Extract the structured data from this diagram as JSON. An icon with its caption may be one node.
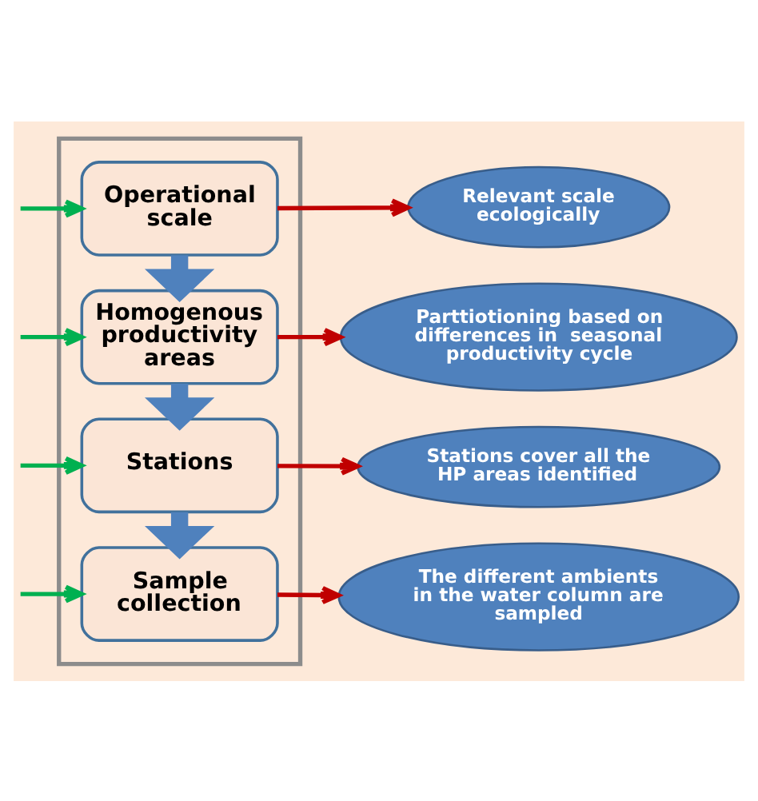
{
  "diagram": {
    "nodes": [
      {
        "text": [],
        "shape": "box"
      },
      {
        "text": [
          "Operational scale"
        ],
        "in": 0
      },
      {
        "text": [
          "Relevant scale ecologically"
        ]
      },
      {
        "text": [
          "Homogenous productivity areas"
        ],
        "in": 0
      },
      {
        "text": [
          "Parttiotioning based on differences in  seasonal productivity cycle"
        ]
      },
      {
        "text": [
          "Stations"
        ],
        "in": 0
      },
      {
        "text": [
          "Stations cover all the HP areas identified"
        ]
      },
      {
        "text": [
          "Sample collection"
        ],
        "in": 0
      },
      {
        "text": [
          "The different ambients in the water column are sampled"
        ]
      }
    ],
    "edges": [
      {
        "from": 1,
        "to": 3,
        "arrow": "to",
        "style": "thick",
        "color": "#4f81bd"
      },
      {
        "from": 3,
        "to": 5,
        "arrow": "to",
        "style": "thick",
        "color": "#4f81bd"
      },
      {
        "from": 5,
        "to": 7,
        "arrow": "to",
        "style": "thick",
        "color": "#4f81bd"
      },
      {
        "from": 1,
        "to": 2,
        "arrow": "to",
        "color": "#c00000"
      },
      {
        "from": 3,
        "to": 4,
        "arrow": "to",
        "color": "#c00000"
      },
      {
        "from": 5,
        "to": 6,
        "arrow": "to",
        "color": "#c00000"
      },
      {
        "from": 7,
        "to": 8,
        "arrow": "to",
        "color": "#c00000"
      },
      {
        "from": null,
        "to": 1,
        "arrow": "to",
        "color": "#00b050"
      },
      {
        "from": null,
        "to": 3,
        "arrow": "to",
        "color": "#00b050"
      },
      {
        "from": null,
        "to": 5,
        "arrow": "to",
        "color": "#00b050"
      },
      {
        "from": null,
        "to": 7,
        "arrow": "to",
        "color": "#00b050"
      }
    ]
  }
}
